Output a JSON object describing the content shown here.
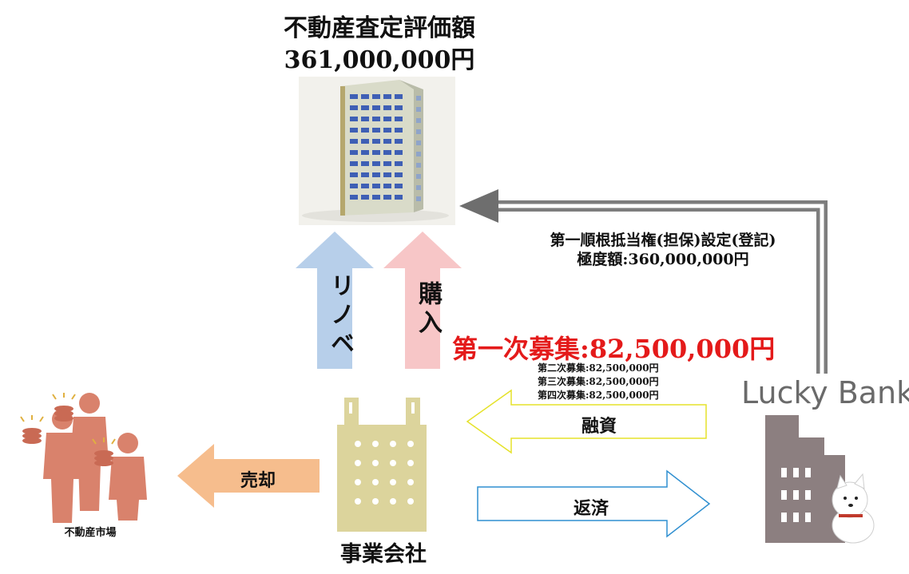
{
  "header": {
    "line1": "不動産査定評価額",
    "line2": "361,000,000円"
  },
  "lien": {
    "line1": "第一順根抵当権(担保)設定(登記)",
    "line2": "極度額:360,000,000円"
  },
  "arrows": {
    "renovation": "リノベ",
    "purchase": "購入",
    "loan": "融資",
    "repayment": "返済",
    "sale": "売却"
  },
  "fundraising": {
    "first": "第一次募集:82,500,000円",
    "second": "第二次募集:82,500,000円",
    "third": "第三次募集:82,500,000円",
    "fourth": "第四次募集:82,500,000円"
  },
  "labels": {
    "company": "事業会社",
    "market": "不動産市場",
    "lender_logo": "Lucky Bank"
  },
  "colors": {
    "renovation_arrow": "#b7cfea",
    "purchase_arrow": "#f7c6c7",
    "sale_arrow": "#f6bd8d",
    "loan_arrow_border": "#e5e22a",
    "repay_arrow_border": "#2f8fd0",
    "first_raise": "#e41a1a",
    "people": "#d9826c",
    "company_building": "#dcd49c",
    "bank_building": "#8c7f80"
  },
  "icons": {
    "tower": "tower-building-icon",
    "company": "company-building-icon",
    "people": "investors-people-icon",
    "bank": "bank-building-icon",
    "dog": "dog-mascot-icon"
  }
}
